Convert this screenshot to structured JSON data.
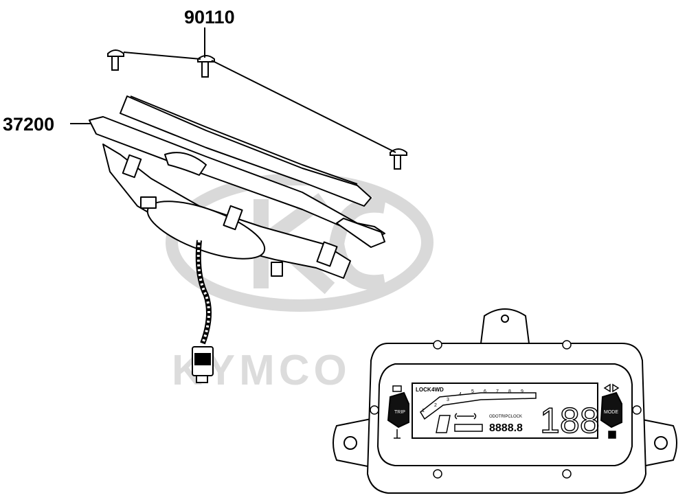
{
  "callouts": {
    "screws": "90110",
    "meter_assembly": "37200"
  },
  "watermark": {
    "text": "KYMCO",
    "color": "#d9d9d9"
  },
  "dashboard": {
    "lock_label": "LOCK",
    "mode_label": "4WD",
    "left_button": "TRIP",
    "right_button": "MODE",
    "tach_ticks": [
      "1",
      "2",
      "3",
      "4",
      "5",
      "6",
      "7",
      "8",
      "9"
    ],
    "odo_readout": "8888.8",
    "speed_readout": "188",
    "clock_label": "ODOTRIPCLOCK"
  },
  "colors": {
    "line": "#000000",
    "watermark": "#d9d9d9"
  }
}
